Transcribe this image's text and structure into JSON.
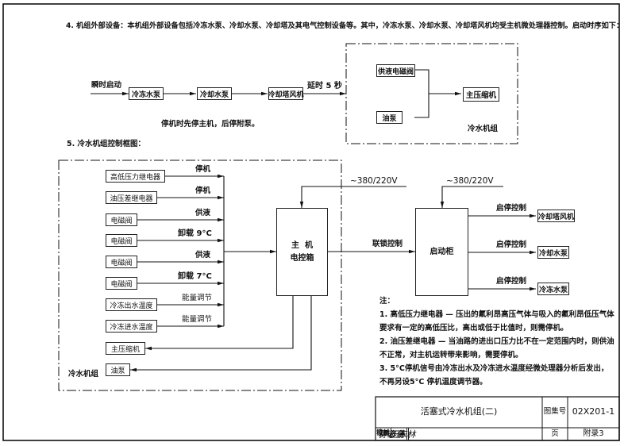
{
  "section4": {
    "heading": "4. 机组外部设备：本机组外部设备包括冷冻水泵、冷却水泵、冷却塔及其电气控制设备等。其中，冷冻水泵、冷却水泵、冷却塔风机均受主机微处理器控制。启动时序如下：",
    "start_label": "瞬时启动",
    "sequence": [
      "冷冻水泵",
      "冷却水泵",
      "冷却塔风机"
    ],
    "delay_label": "延时 5 秒",
    "stop_note": "停机时先停主机，后停附泵。",
    "unit": {
      "inputs": [
        "供液电磁阀",
        "油泵"
      ],
      "output": "主压缩机",
      "label": "冷水机组"
    }
  },
  "section5": {
    "heading": "5. 冷水机组控制框图：",
    "inputs": [
      {
        "device": "高低压力继电器",
        "signal": "停机"
      },
      {
        "device": "油压差继电器",
        "signal": "停机"
      },
      {
        "device": "电磁阀",
        "signal": "供液"
      },
      {
        "device": "电磁阀",
        "signal": "卸载 9°C"
      },
      {
        "device": "电磁阀",
        "signal": "供液"
      },
      {
        "device": "电磁阀",
        "signal": "卸载 7°C"
      },
      {
        "device": "冷冻出水温度",
        "signal": "能量调节"
      },
      {
        "device": "冷冻进水温度",
        "signal": "能量调节"
      }
    ],
    "outputs": [
      "主压缩机",
      "油泵"
    ],
    "unit_label": "冷水机组",
    "controller_line1": "主  机",
    "controller_line2": "电控箱",
    "power_label": "~380/220V",
    "interlock_label": "联锁控制",
    "starter": "启动柜",
    "starter_outputs": [
      {
        "signal": "启停控制",
        "device": "冷却塔风机"
      },
      {
        "signal": "启停控制",
        "device": "冷却水泵"
      },
      {
        "signal": "启停控制",
        "device": "冷冻水泵"
      }
    ]
  },
  "notes": {
    "title": "注：",
    "lines": [
      "1. 高低压力继电器 — 压出的氟利昂高压气体与吸入的氟利昂低压气体",
      "要求有一定的高低压比，高出或低于比值时，则需停机。",
      "2. 油压差继电器 — 当油路的进出口压力比不在一定范围内时，则供油",
      "不正常，对主机运转带来影响，需要停机。",
      "3. 5°C停机信号由冷冻出水及冷冻进水温度经微处理器分析后发出，",
      "不再另设5°C 停机温度调节器。"
    ]
  },
  "title_block": {
    "title": "活塞式冷水机组(二)",
    "atlas_label": "图集号",
    "atlas_no": "02X201-1",
    "review_label": "审核",
    "review_sign": "尹泰伟",
    "check_label": "校对",
    "check_sign": "蒋必豪",
    "design_label": "设计",
    "design_sign": "王东林",
    "page_label": "页",
    "page_value": "附录3"
  }
}
